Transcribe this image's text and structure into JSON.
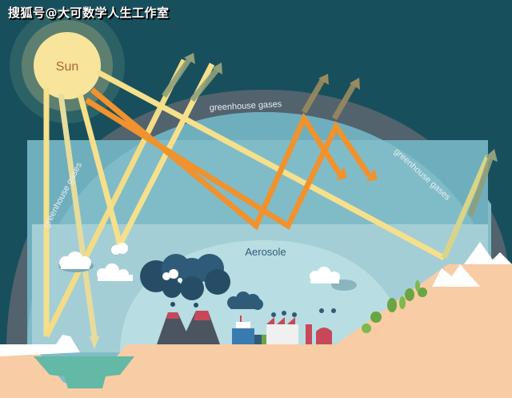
{
  "watermark": "搜狐号@大可数学人生工作室",
  "labels": {
    "sun": "Sun",
    "greenhouse_top": "greenhouse gases",
    "greenhouse_left": "greenhouse gases",
    "greenhouse_right": "greenhouse gases",
    "aerosol": "Aerosole"
  },
  "colors": {
    "sky_background": "#184f5c",
    "greenhouse_band": "#52636e",
    "atmosphere_outer": "#76b4c2",
    "atmosphere_inner": "#a6cfd6",
    "sun": "#f8e49a",
    "sun_text": "#a8663a",
    "solar_ray": "#f6e08c",
    "infrared_ray": "#f0922e",
    "escaping_ray": "#8f9f7a",
    "ground": "#f8cca4",
    "water": "#63b8a6",
    "cloud_dark": "#2f5b78"
  }
}
